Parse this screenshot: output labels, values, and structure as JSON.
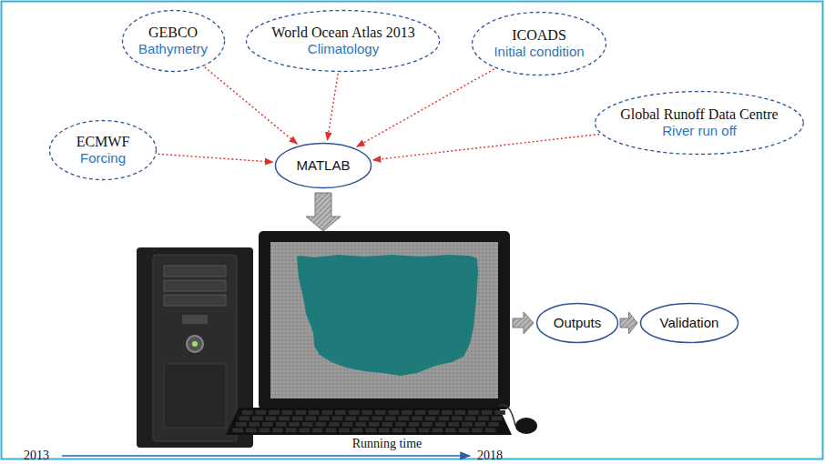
{
  "diagram": {
    "nodes": [
      {
        "text": [
          "GEBCO",
          "Bathymetry"
        ]
      },
      {
        "text": [
          "World Ocean Atlas 2013",
          "Climatology"
        ]
      },
      {
        "text": [
          "ICOADS",
          "Initial condition"
        ]
      },
      {
        "text": [
          "Global Runoff Data Centre",
          "River run off"
        ]
      },
      {
        "text": [
          "ECMWF",
          "Forcing"
        ]
      },
      {
        "text": [
          "MATLAB"
        ]
      },
      {
        "text": [
          "Outputs"
        ]
      },
      {
        "text": [
          "Validation"
        ]
      }
    ],
    "edges": [
      {
        "from": 0,
        "to": 5,
        "arrow": "to"
      },
      {
        "from": 1,
        "to": 5,
        "arrow": "to"
      },
      {
        "from": 2,
        "to": 5,
        "arrow": "to"
      },
      {
        "from": 3,
        "to": 5,
        "arrow": "to"
      },
      {
        "from": 4,
        "to": 5,
        "arrow": "to"
      },
      {
        "from": 6,
        "to": 7,
        "arrow": "to"
      }
    ],
    "labels": [
      "Running time",
      "2013",
      "2018"
    ]
  }
}
